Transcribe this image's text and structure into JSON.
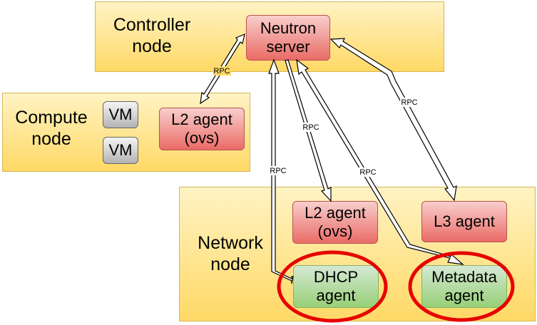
{
  "nodes": {
    "controller": {
      "label": "Controller\nnode"
    },
    "compute": {
      "label": "Compute\nnode"
    },
    "network": {
      "label": "Network\nnode"
    }
  },
  "components": {
    "neutron_server": "Neutron\nserver",
    "vm1": "VM",
    "vm2": "VM",
    "compute_l2_agent": "L2 agent\n(ovs)",
    "network_l2_agent": "L2 agent\n(ovs)",
    "l3_agent": "L3 agent",
    "dhcp_agent": "DHCP\nagent",
    "metadata_agent": "Metadata\nagent"
  },
  "connections": [
    {
      "from": "Neutron server",
      "to": "L2 agent (ovs) [compute]",
      "label": "RPC"
    },
    {
      "from": "DHCP agent",
      "to": "Neutron server",
      "label": "RPC"
    },
    {
      "from": "Neutron server",
      "to": "L2 agent (ovs) [network]",
      "label": "RPC"
    },
    {
      "from": "Metadata agent",
      "to": "Neutron server",
      "label": "RPC"
    },
    {
      "from": "Neutron server",
      "to": "L3 agent",
      "label": "RPC"
    }
  ],
  "highlights": [
    "DHCP agent",
    "Metadata agent"
  ],
  "colors": {
    "region_fill_top": "#fff3c4",
    "region_fill_bottom": "#ffd966",
    "region_border": "#d6b656",
    "red_box_top": "#f8cecc",
    "red_box_bottom": "#ea6b66",
    "green_box_top": "#d5e8d4",
    "green_box_bottom": "#97d077",
    "vm_box_top": "#f5f5f5",
    "vm_box_bottom": "#b3b3b3",
    "highlight_ellipse": "#e60000"
  }
}
